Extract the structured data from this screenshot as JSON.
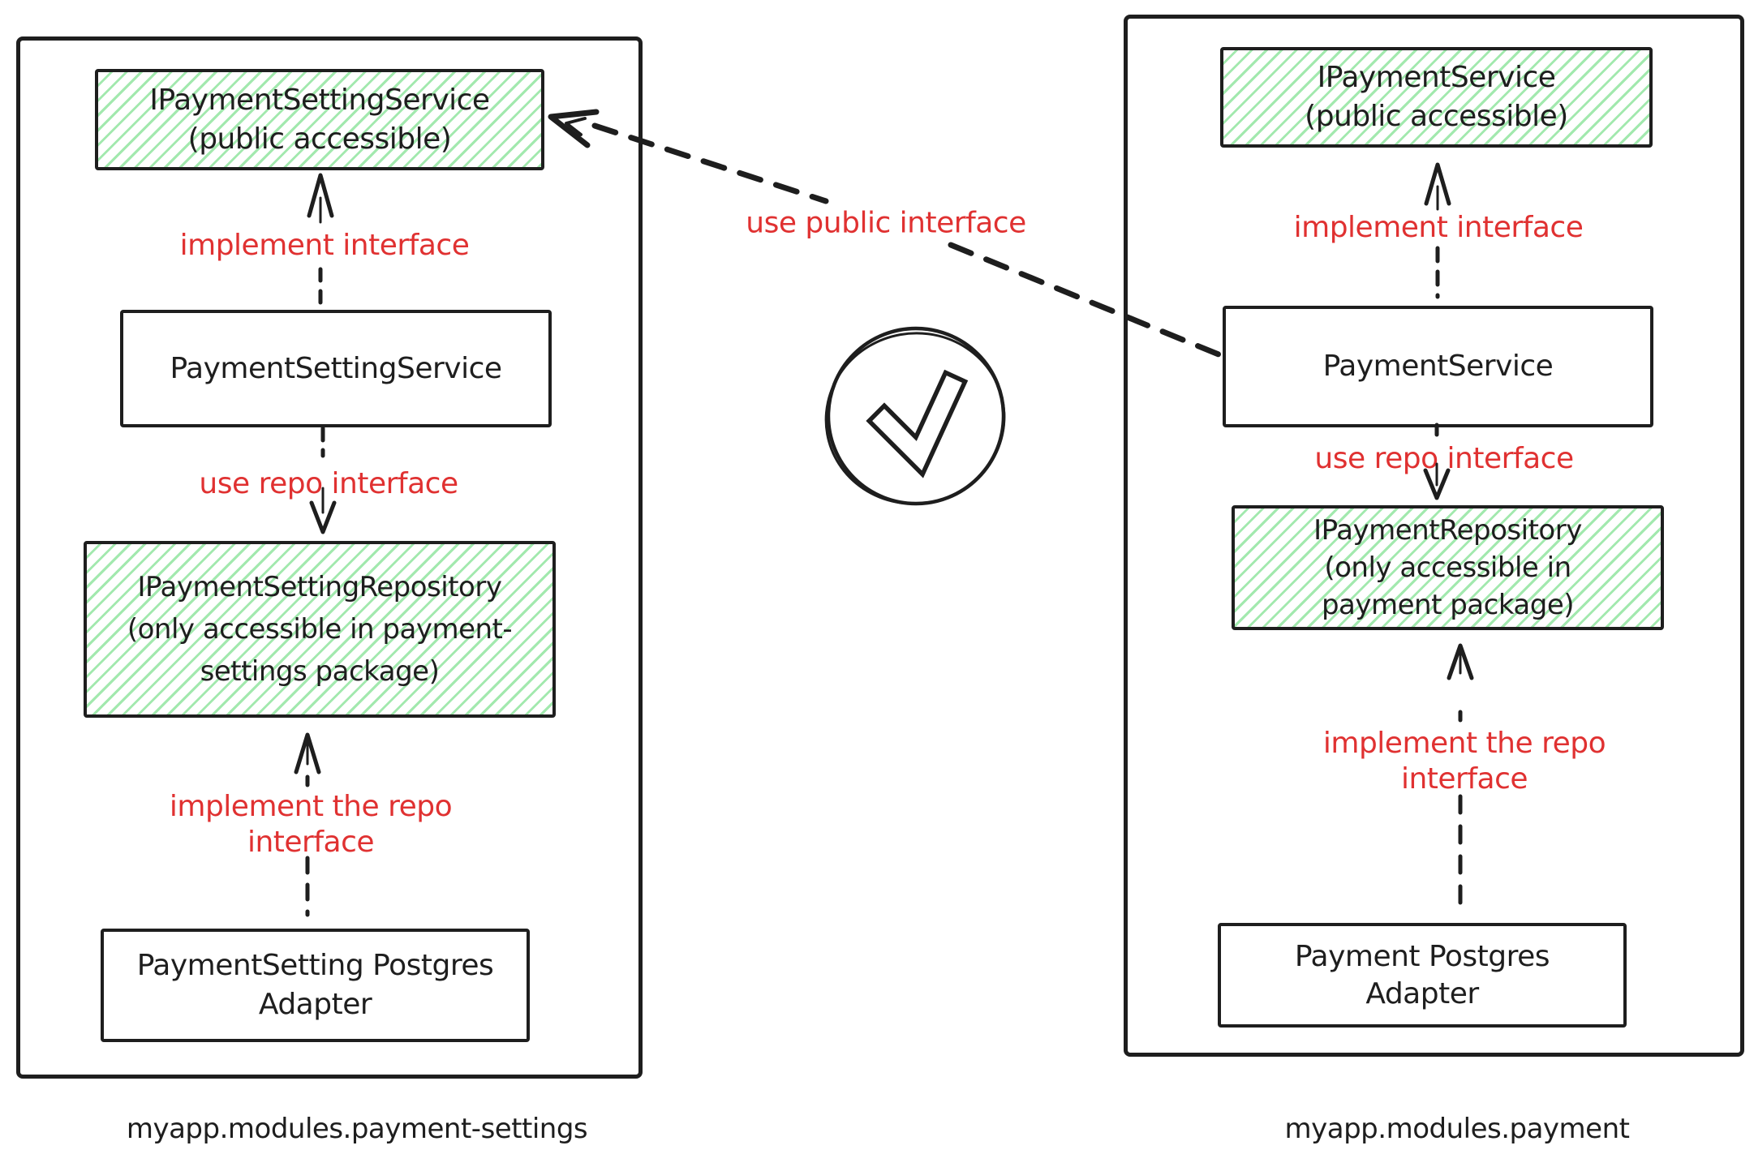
{
  "colors": {
    "ink": "#1e1e1e",
    "accent_red": "#e03131",
    "hatch_green": "#69db7c",
    "hatch_teal": "#12b886",
    "box_fill": "#ffffff",
    "canvas_bg": "#ffffff"
  },
  "icons": {
    "approval": "check-circle-icon"
  },
  "center": {
    "use_public_interface": "use public interface"
  },
  "left_module": {
    "package_label": "myapp.modules.payment-settings",
    "interface_box": {
      "line1": "IPaymentSettingService",
      "line2": "(public accessible)"
    },
    "service_box": {
      "title": "PaymentSettingService"
    },
    "repository_box": {
      "line1": "IPaymentSettingRepository",
      "line2": "(only accessible in payment-",
      "line3": "settings package)"
    },
    "adapter_box": {
      "line1": "PaymentSetting Postgres",
      "line2": "Adapter"
    },
    "edges": {
      "implement_interface": "implement interface",
      "use_repo_interface": "use repo interface",
      "implement_repo_line1": "implement the repo",
      "implement_repo_line2": "interface"
    }
  },
  "right_module": {
    "package_label": "myapp.modules.payment",
    "interface_box": {
      "line1": "IPaymentService",
      "line2": "(public accessible)"
    },
    "service_box": {
      "title": "PaymentService"
    },
    "repository_box": {
      "line1": "IPaymentRepository",
      "line2": "(only accessible in",
      "line3": "payment package)"
    },
    "adapter_box": {
      "line1": "Payment Postgres",
      "line2": "Adapter"
    },
    "edges": {
      "implement_interface": "implement interface",
      "use_repo_interface": "use repo interface",
      "implement_repo_line1": "implement the repo",
      "implement_repo_line2": "interface"
    }
  }
}
